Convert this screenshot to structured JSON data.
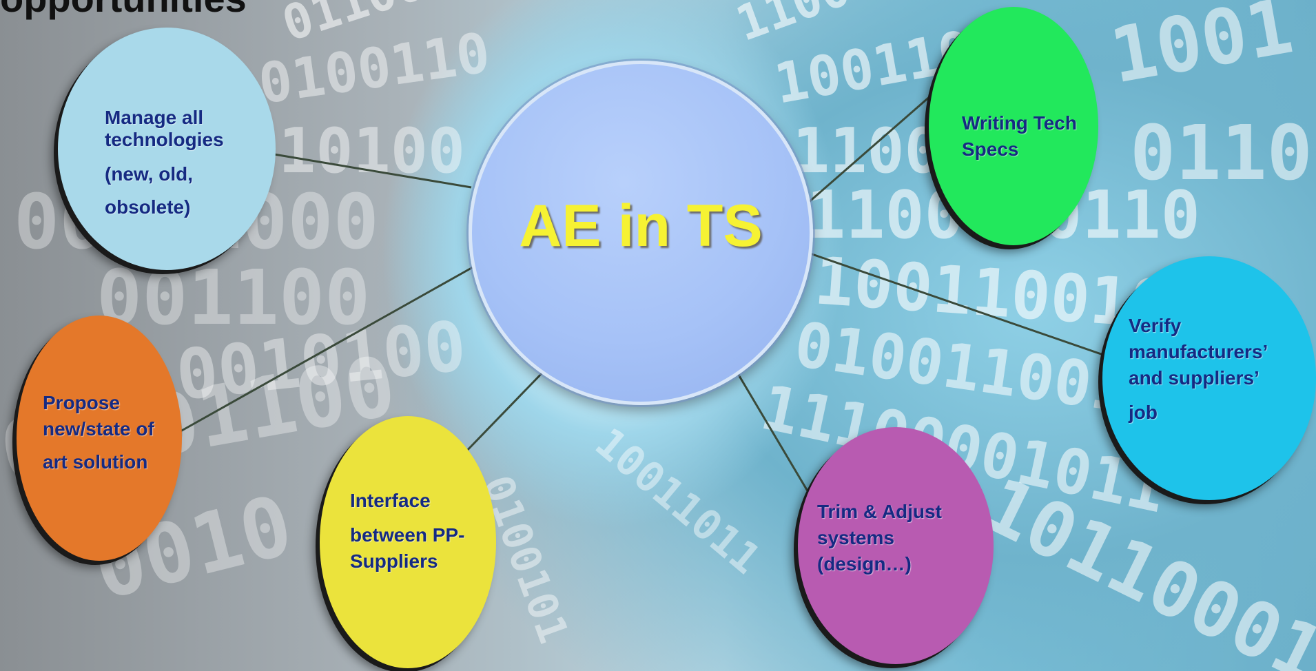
{
  "title": "opportunities",
  "center": {
    "label": "AE in TS",
    "color": "#a6c2f7"
  },
  "nodes": [
    {
      "id": "manage",
      "lines": [
        "Manage all",
        "technologies",
        "(new, old,",
        "obsolete)"
      ],
      "color": "#a9d9ea"
    },
    {
      "id": "propose",
      "lines": [
        "Propose",
        "new/state of",
        "art solution"
      ],
      "color": "#e4782a"
    },
    {
      "id": "interface",
      "lines": [
        "Interface",
        "between PP-",
        "Suppliers"
      ],
      "color": "#ebe33c"
    },
    {
      "id": "trim",
      "lines": [
        "Trim & Adjust",
        "systems",
        "(design…)"
      ],
      "color": "#b85bb1"
    },
    {
      "id": "verify",
      "lines": [
        "Verify",
        "manufacturers’",
        "and suppliers’",
        "job"
      ],
      "color": "#1ec3ea"
    },
    {
      "id": "writing",
      "lines": [
        "Writing Tech",
        "Specs"
      ],
      "color": "#22e85c"
    }
  ]
}
